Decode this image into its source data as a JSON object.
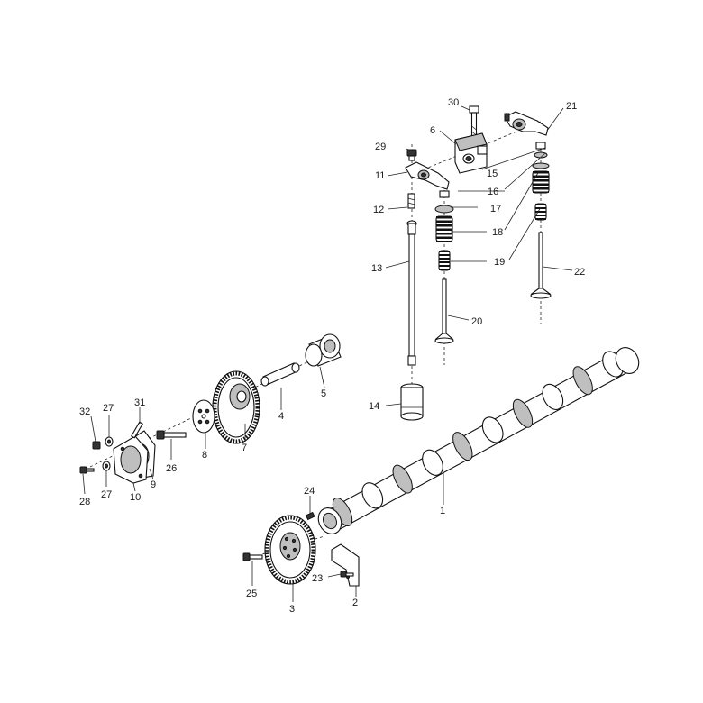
{
  "diagram": {
    "callouts": {
      "c1": "1",
      "c2": "2",
      "c3": "3",
      "c4": "4",
      "c5": "5",
      "c6": "6",
      "c7": "7",
      "c8": "8",
      "c9": "9",
      "c10": "10",
      "c11": "11",
      "c12": "12",
      "c13": "13",
      "c14": "14",
      "c15": "15",
      "c16": "16",
      "c17": "17",
      "c18": "18",
      "c19": "19",
      "c20": "20",
      "c21": "21",
      "c22": "22",
      "c23": "23",
      "c24": "24",
      "c25": "25",
      "c26": "26",
      "c27a": "27",
      "c27b": "27",
      "c28": "28",
      "c29": "29",
      "c30": "30",
      "c31": "31",
      "c32": "32"
    }
  }
}
